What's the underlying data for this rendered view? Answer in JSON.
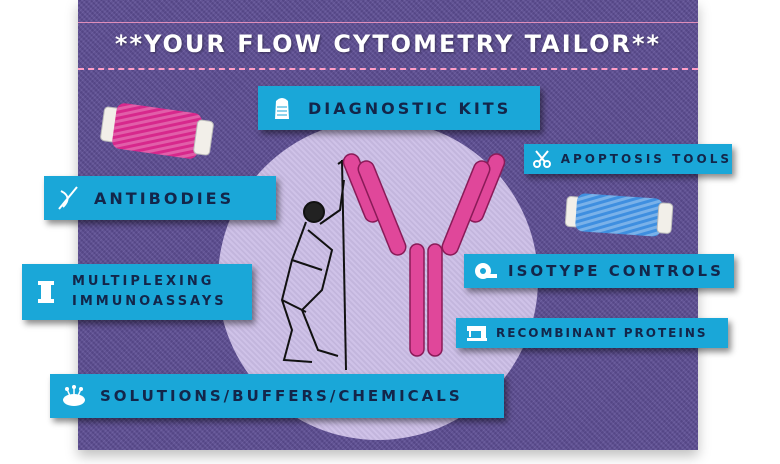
{
  "header": {
    "title": "**YOUR FLOW CYTOMETRY TAILOR**"
  },
  "labels": {
    "diagnostic_kits": "DIAGNOSTIC KITS",
    "apoptosis_tools": "APOPTOSIS TOOLS",
    "antibodies": "ANTIBODIES",
    "isotype_controls": "ISOTYPE CONTROLS",
    "multiplexing_line1": "MULTIPLEXING",
    "multiplexing_line2": "IMMUNOASSAYS",
    "recombinant_proteins": "RECOMBINANT PROTEINS",
    "solutions": "SOLUTIONS/BUFFERS/CHEMICALS"
  },
  "icons": {
    "diagnostic_kits": "thimble-icon",
    "apoptosis_tools": "scissors-icon",
    "antibodies": "needle-thread-icon",
    "isotype_controls": "tape-measure-icon",
    "multiplexing": "spool-icon",
    "recombinant_proteins": "sewing-machine-icon",
    "solutions": "pincushion-icon"
  },
  "colors": {
    "denim": "#5f4f96",
    "label_bg": "#1aa7d8",
    "label_text": "#13264a",
    "antibody": "#e0479a",
    "stitch": "#ff9ec6"
  }
}
